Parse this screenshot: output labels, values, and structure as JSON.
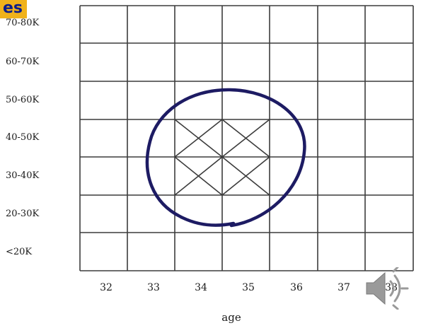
{
  "corner_tag": "es",
  "y_labels": [
    "70-80K",
    "60-70K",
    "50-60K",
    "40-50K",
    "30-40K",
    "20-30K",
    "<20K"
  ],
  "x_labels": [
    "32",
    "33",
    "34",
    "35",
    "36",
    "37",
    "38"
  ],
  "x_title": "age",
  "colors": {
    "grid": "#3c3c3c",
    "circle": "#1d1b63",
    "tag_bg": "#f0b21b",
    "tag_text": "#0b1e8a"
  },
  "icons": {
    "speaker": "speaker-icon"
  }
}
